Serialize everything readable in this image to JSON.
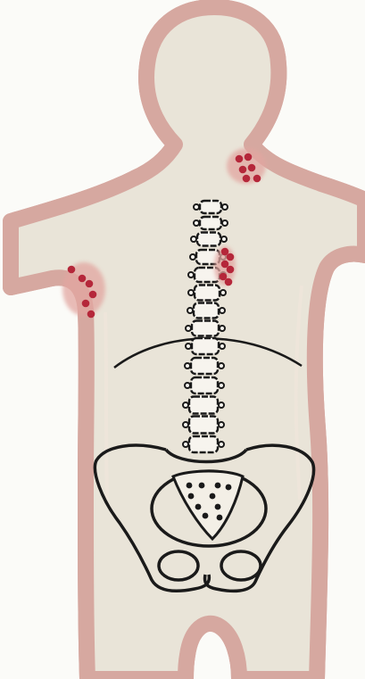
{
  "figure": {
    "colors": {
      "background": "#fbfbf8",
      "skin_fill": "#e9e4d8",
      "skin_edge": "#c99a92",
      "outline": "#4a3d3a",
      "bone": "#1a1a1a",
      "lesion": "#b5273a",
      "lesion_halo": "#e2a6a0"
    },
    "structures": [
      "body-silhouette",
      "spine",
      "rib-arc",
      "pelvis",
      "sacrum",
      "obturator-foramina"
    ],
    "lesion_clusters": [
      {
        "site": "left-shoulder",
        "dot_count": 6
      },
      {
        "site": "right-axilla",
        "dot_count": 6
      },
      {
        "site": "paraspinal-upper-back",
        "dot_count": 6
      }
    ]
  }
}
